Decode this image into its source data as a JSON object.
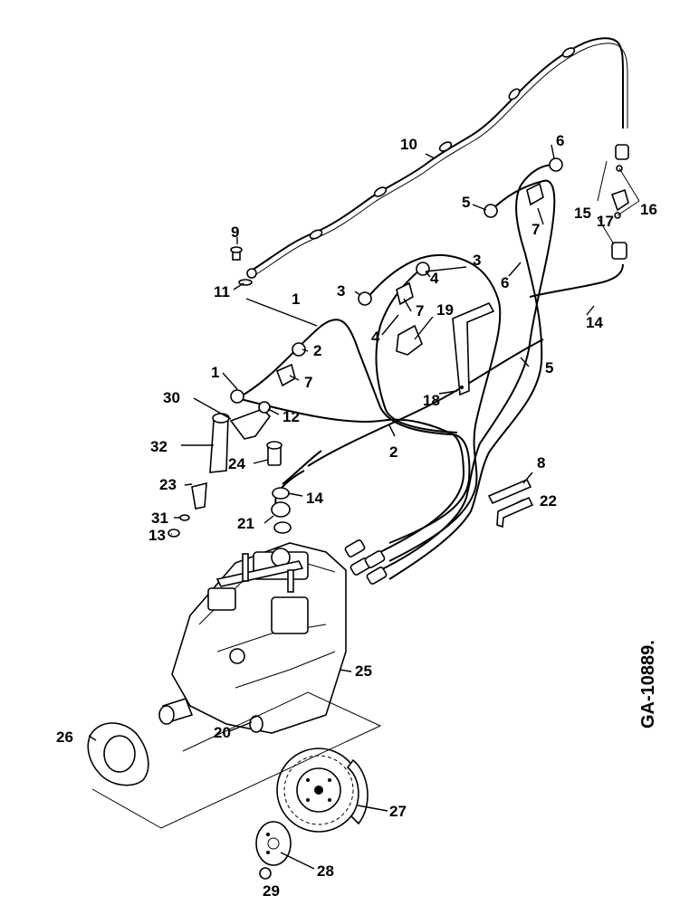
{
  "drawing_number": "GA-10889.",
  "callouts": [
    {
      "id": "c1a",
      "text": "1"
    },
    {
      "id": "c1b",
      "text": "1"
    },
    {
      "id": "c2a",
      "text": "2"
    },
    {
      "id": "c2b",
      "text": "2"
    },
    {
      "id": "c3a",
      "text": "3"
    },
    {
      "id": "c3b",
      "text": "3"
    },
    {
      "id": "c4a",
      "text": "4"
    },
    {
      "id": "c4b",
      "text": "4"
    },
    {
      "id": "c5a",
      "text": "5"
    },
    {
      "id": "c5b",
      "text": "5"
    },
    {
      "id": "c6a",
      "text": "6"
    },
    {
      "id": "c6b",
      "text": "6"
    },
    {
      "id": "c7a",
      "text": "7"
    },
    {
      "id": "c7b",
      "text": "7"
    },
    {
      "id": "c7c",
      "text": "7"
    },
    {
      "id": "c8",
      "text": "8"
    },
    {
      "id": "c9",
      "text": "9"
    },
    {
      "id": "c10",
      "text": "10"
    },
    {
      "id": "c11",
      "text": "11"
    },
    {
      "id": "c12",
      "text": "12"
    },
    {
      "id": "c13",
      "text": "13"
    },
    {
      "id": "c14a",
      "text": "14"
    },
    {
      "id": "c14b",
      "text": "14"
    },
    {
      "id": "c15",
      "text": "15"
    },
    {
      "id": "c16",
      "text": "16"
    },
    {
      "id": "c17",
      "text": "17"
    },
    {
      "id": "c18",
      "text": "18"
    },
    {
      "id": "c19",
      "text": "19"
    },
    {
      "id": "c20",
      "text": "20"
    },
    {
      "id": "c21",
      "text": "21"
    },
    {
      "id": "c22",
      "text": "22"
    },
    {
      "id": "c23",
      "text": "23"
    },
    {
      "id": "c24",
      "text": "24"
    },
    {
      "id": "c25",
      "text": "25"
    },
    {
      "id": "c26",
      "text": "26"
    },
    {
      "id": "c27",
      "text": "27"
    },
    {
      "id": "c28",
      "text": "28"
    },
    {
      "id": "c29",
      "text": "29"
    },
    {
      "id": "c30",
      "text": "30"
    },
    {
      "id": "c31",
      "text": "31"
    },
    {
      "id": "c32",
      "text": "32"
    }
  ]
}
